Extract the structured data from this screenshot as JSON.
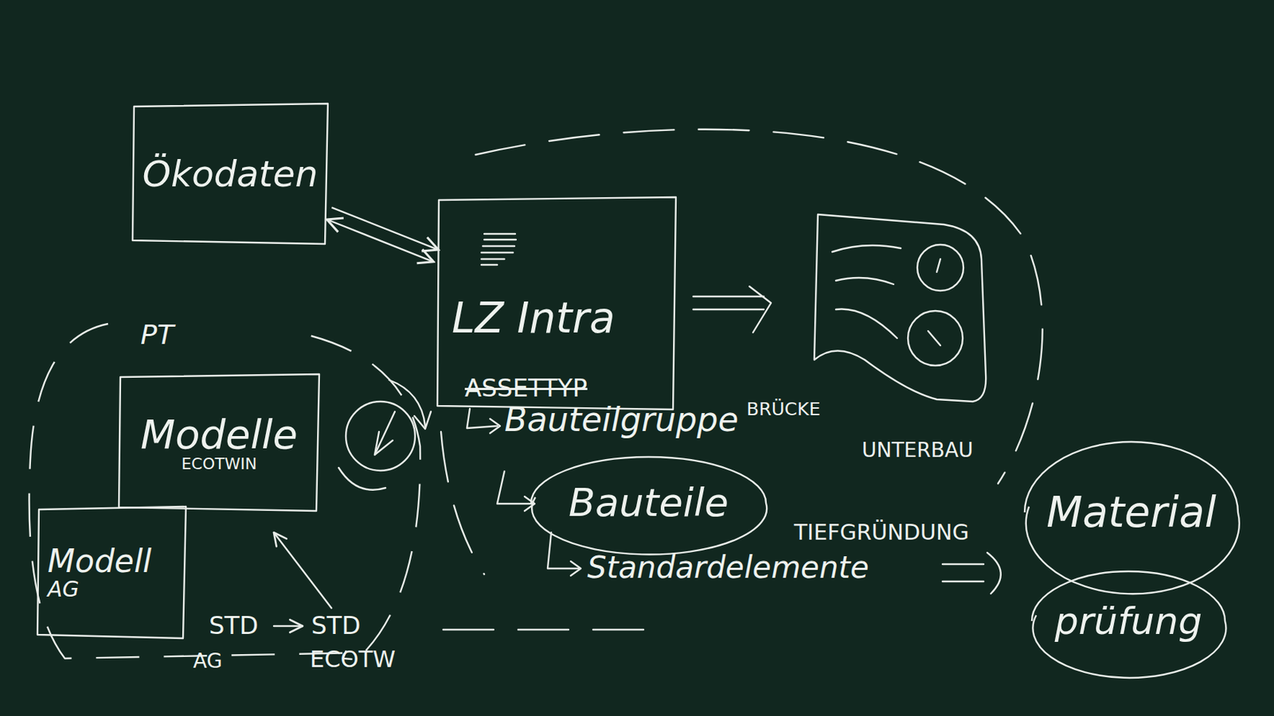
{
  "diagram": {
    "nodes": [
      {
        "text": [
          "Ökodaten"
        ]
      },
      {
        "text": [
          "LZ Intra"
        ]
      },
      {
        "text": [
          "PT"
        ]
      },
      {
        "text": [
          "Modelle",
          "ECOTWIN"
        ],
        "in": 2
      },
      {
        "text": [
          "Modell",
          "AG"
        ],
        "in": 2
      },
      {
        "text": [
          "Bauteile"
        ]
      },
      {
        "text": [
          "Material"
        ]
      },
      {
        "text": [
          "prüfung"
        ]
      }
    ],
    "edges": [
      {
        "from": 0,
        "to": 1,
        "arrow": "both"
      }
    ],
    "labels": [
      "ASSETTYP",
      "Bauteilgruppe",
      "Standardelemente",
      "BRÜCKE",
      "UNTERBAU",
      "TIEFGRÜNDUNG",
      "STD",
      "STD",
      "AG",
      "ECOTW"
    ]
  }
}
